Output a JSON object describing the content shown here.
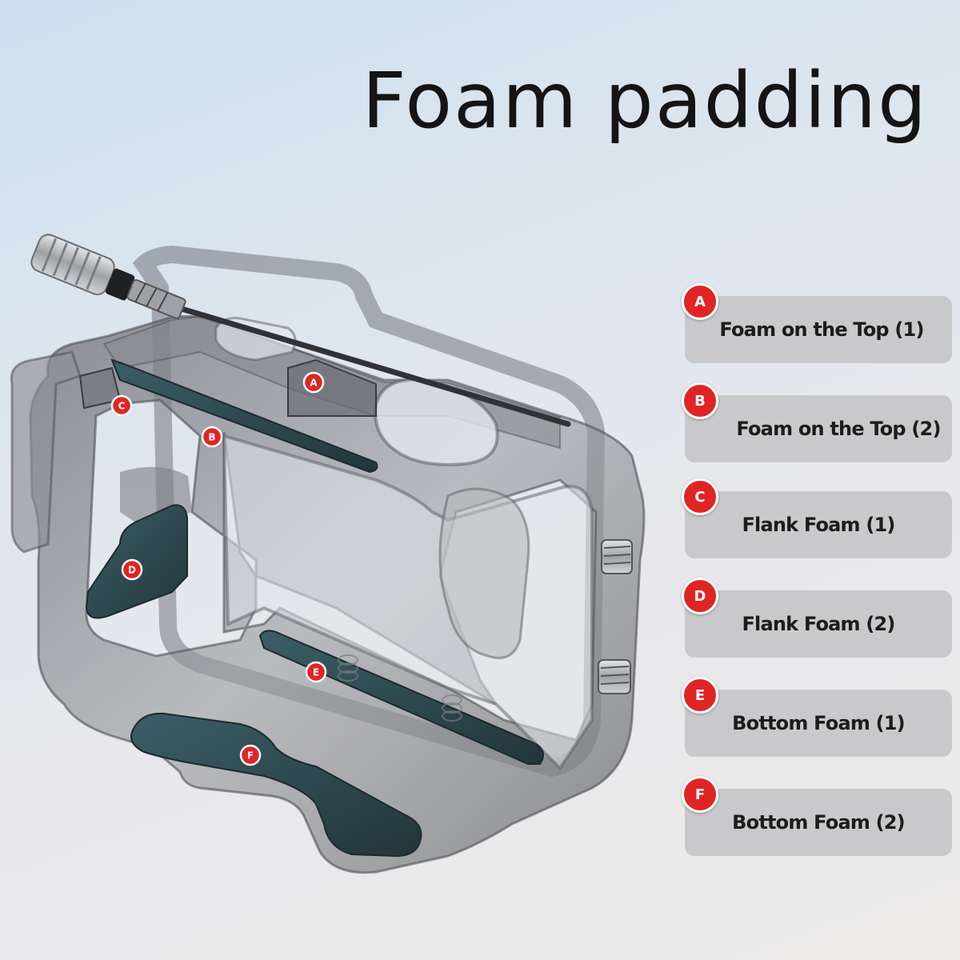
{
  "title": "Foam padding",
  "colors": {
    "badge": "#e02424",
    "foam": "#2e4b52",
    "cage": "#8a8c90",
    "legend_bg": "#c9c9cc"
  },
  "markers": [
    "A",
    "B",
    "C",
    "D",
    "E",
    "F"
  ],
  "legend": [
    {
      "letter": "A",
      "label": "Foam on the Top (1)"
    },
    {
      "letter": "B",
      "label": "Foam on the Top (2)"
    },
    {
      "letter": "C",
      "label": "Flank Foam (1)"
    },
    {
      "letter": "D",
      "label": "Flank Foam (2)"
    },
    {
      "letter": "E",
      "label": "Bottom Foam (1)"
    },
    {
      "letter": "F",
      "label": "Bottom Foam (2)"
    }
  ]
}
